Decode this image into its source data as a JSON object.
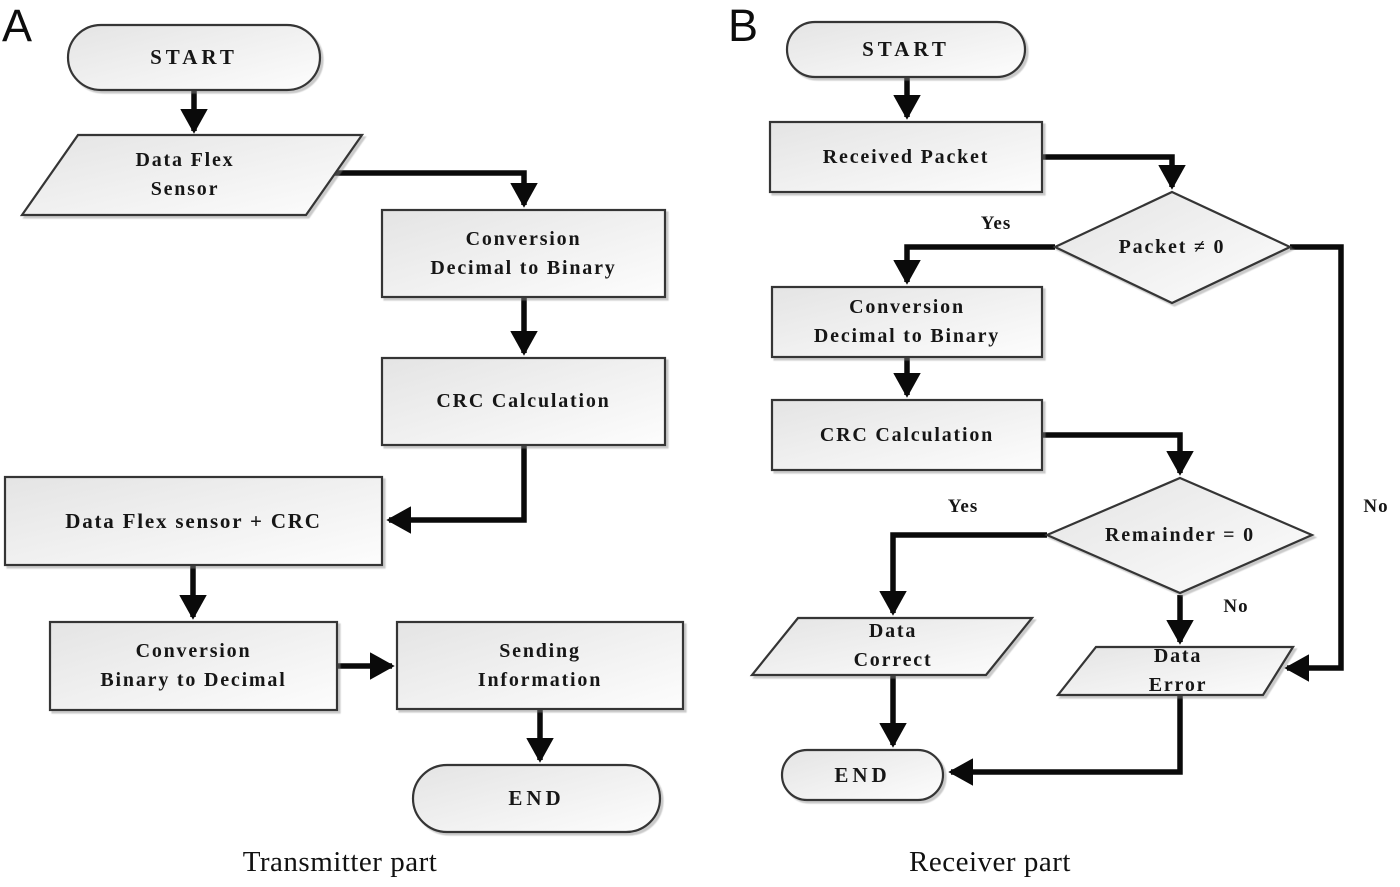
{
  "figure": {
    "panels": [
      {
        "id": "A",
        "label": "A",
        "caption": "Transmitter part",
        "nodes": {
          "start": "START",
          "data_flex_sensor": "Data Flex\nSensor",
          "conversion_d2b": "Conversion\nDecimal to Binary",
          "crc_calculation": "CRC Calculation",
          "data_flex_crc": "Data Flex sensor + CRC",
          "conversion_b2d": "Conversion\nBinary to Decimal",
          "sending_information": "Sending\nInformation",
          "end": "END"
        }
      },
      {
        "id": "B",
        "label": "B",
        "caption": "Receiver part",
        "nodes": {
          "start": "START",
          "received_packet": "Received Packet",
          "packet_decision": "Packet ≠ 0",
          "conversion_d2b": "Conversion\nDecimal to Binary",
          "crc_calculation": "CRC Calculation",
          "remainder_decision": "Remainder = 0",
          "data_correct": "Data\nCorrect",
          "data_error": "Data\nError",
          "end": "END"
        },
        "edge_labels": {
          "packet_yes": "Yes",
          "packet_no": "No",
          "remainder_yes": "Yes",
          "remainder_no": "No"
        }
      }
    ],
    "colors": {
      "shape_fill_dark": "#e4e4e4",
      "shape_fill_light": "#fdfdfd",
      "shape_stroke": "#343434",
      "connector": "#0a0a0a",
      "text": "#161616"
    }
  }
}
